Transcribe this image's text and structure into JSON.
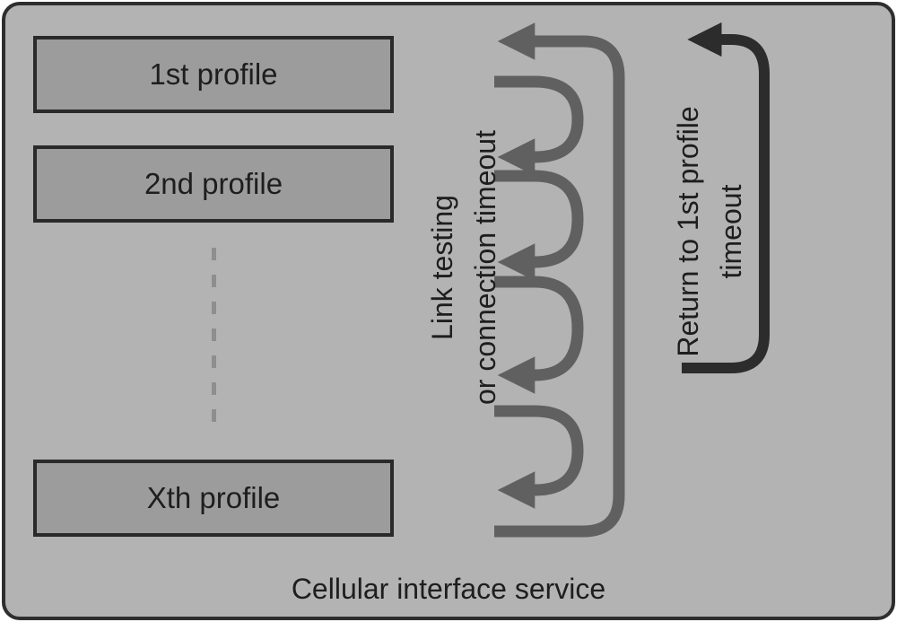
{
  "service": {
    "label": "Cellular interface service"
  },
  "profiles": [
    {
      "label": "1st profile"
    },
    {
      "label": "2nd profile"
    },
    {
      "label": "Xth profile"
    }
  ],
  "link_label": {
    "line1": "Link testing",
    "line2": "or connection timeout"
  },
  "return_label": {
    "line1": "Return to 1st profile",
    "line2": "timeout"
  },
  "colors": {
    "panel_fill": "#b3b3b3",
    "panel_border": "#2e2e2e",
    "profile_fill": "#9c9c9c",
    "cycle_arrow": "#606060",
    "return_arrow": "#2c2c2c"
  }
}
